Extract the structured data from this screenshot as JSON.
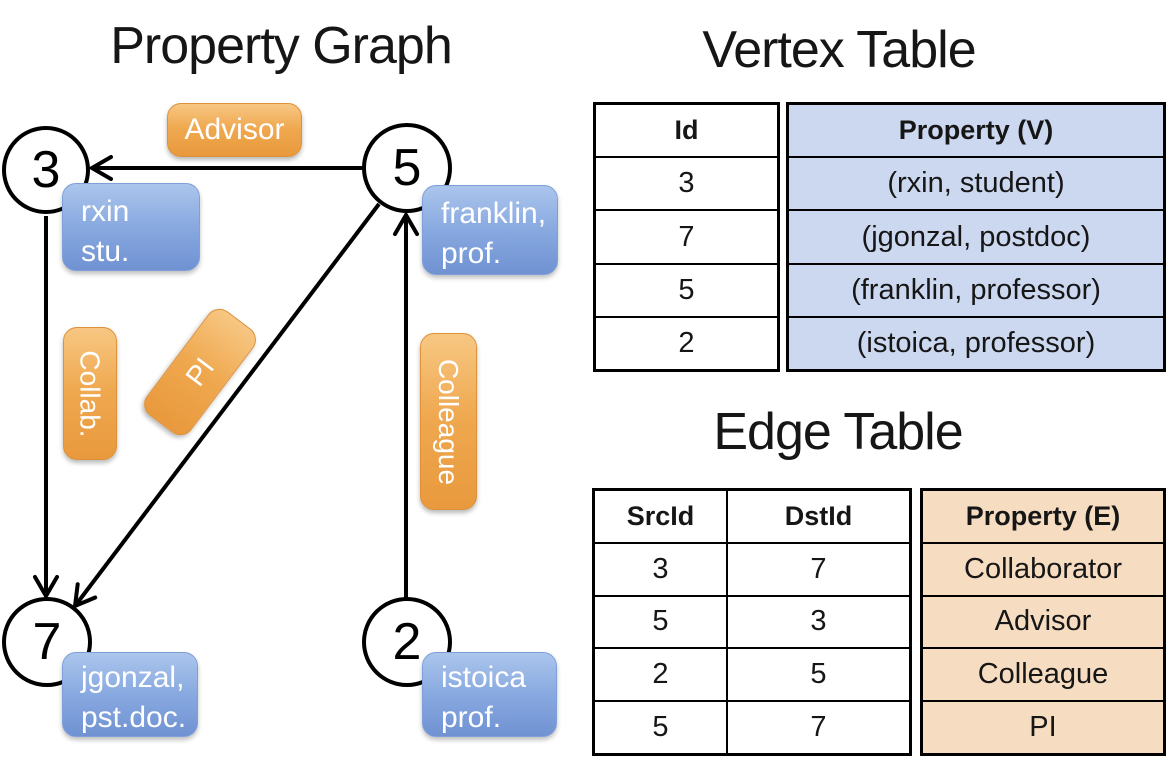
{
  "titles": {
    "graph": "Property Graph",
    "vertex": "Vertex Table",
    "edge": "Edge Table"
  },
  "graph": {
    "nodes": [
      {
        "label": "3"
      },
      {
        "label": "5"
      },
      {
        "label": "7"
      },
      {
        "label": "2"
      }
    ],
    "vertex_boxes": [
      {
        "line1": "rxin",
        "line2": "stu."
      },
      {
        "line1": "franklin,",
        "line2": "prof."
      },
      {
        "line1": "jgonzal,",
        "line2": "pst.doc."
      },
      {
        "line1": "istoica",
        "line2": "prof."
      }
    ],
    "edge_labels": {
      "advisor": "Advisor",
      "collab": "Collab.",
      "pi": "PI",
      "colleague": "Colleague"
    }
  },
  "vertex_table": {
    "headers": [
      "Id",
      "Property (V)"
    ],
    "rows": [
      {
        "id": "3",
        "property": "(rxin, student)"
      },
      {
        "id": "7",
        "property": "(jgonzal, postdoc)"
      },
      {
        "id": "5",
        "property": "(franklin, professor)"
      },
      {
        "id": "2",
        "property": "(istoica, professor)"
      }
    ]
  },
  "edge_table": {
    "headers": [
      "SrcId",
      "DstId",
      "Property (E)"
    ],
    "rows": [
      {
        "src": "3",
        "dst": "7",
        "property": "Collaborator"
      },
      {
        "src": "5",
        "dst": "3",
        "property": "Advisor"
      },
      {
        "src": "2",
        "dst": "5",
        "property": "Colleague"
      },
      {
        "src": "5",
        "dst": "7",
        "property": "PI"
      }
    ]
  },
  "colors": {
    "edge_label_fill": "#efa84f",
    "vertex_box_fill": "#88a9e0",
    "vertex_table_fill": "#ccd8ef",
    "edge_table_fill": "#f6dcc0",
    "line": "#000000"
  }
}
